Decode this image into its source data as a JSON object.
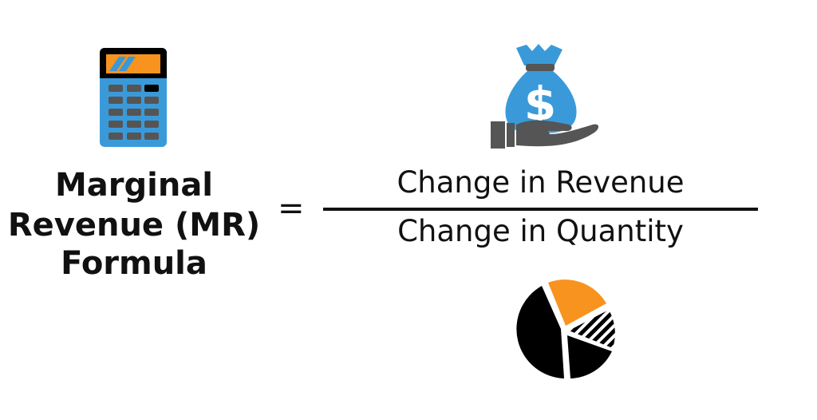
{
  "title": {
    "line1": "Marginal",
    "line2": "Revenue (MR)",
    "line3": "Formula"
  },
  "equals": "=",
  "formula": {
    "numerator": "Change in Revenue",
    "denominator": "Change in Quantity"
  },
  "icons": [
    "calculator-icon",
    "money-bag-hand-icon",
    "pie-chart-icon"
  ],
  "colors": {
    "blue": "#3a9ad9",
    "orange": "#f7931e",
    "dark": "#111111",
    "gray": "#555555"
  }
}
